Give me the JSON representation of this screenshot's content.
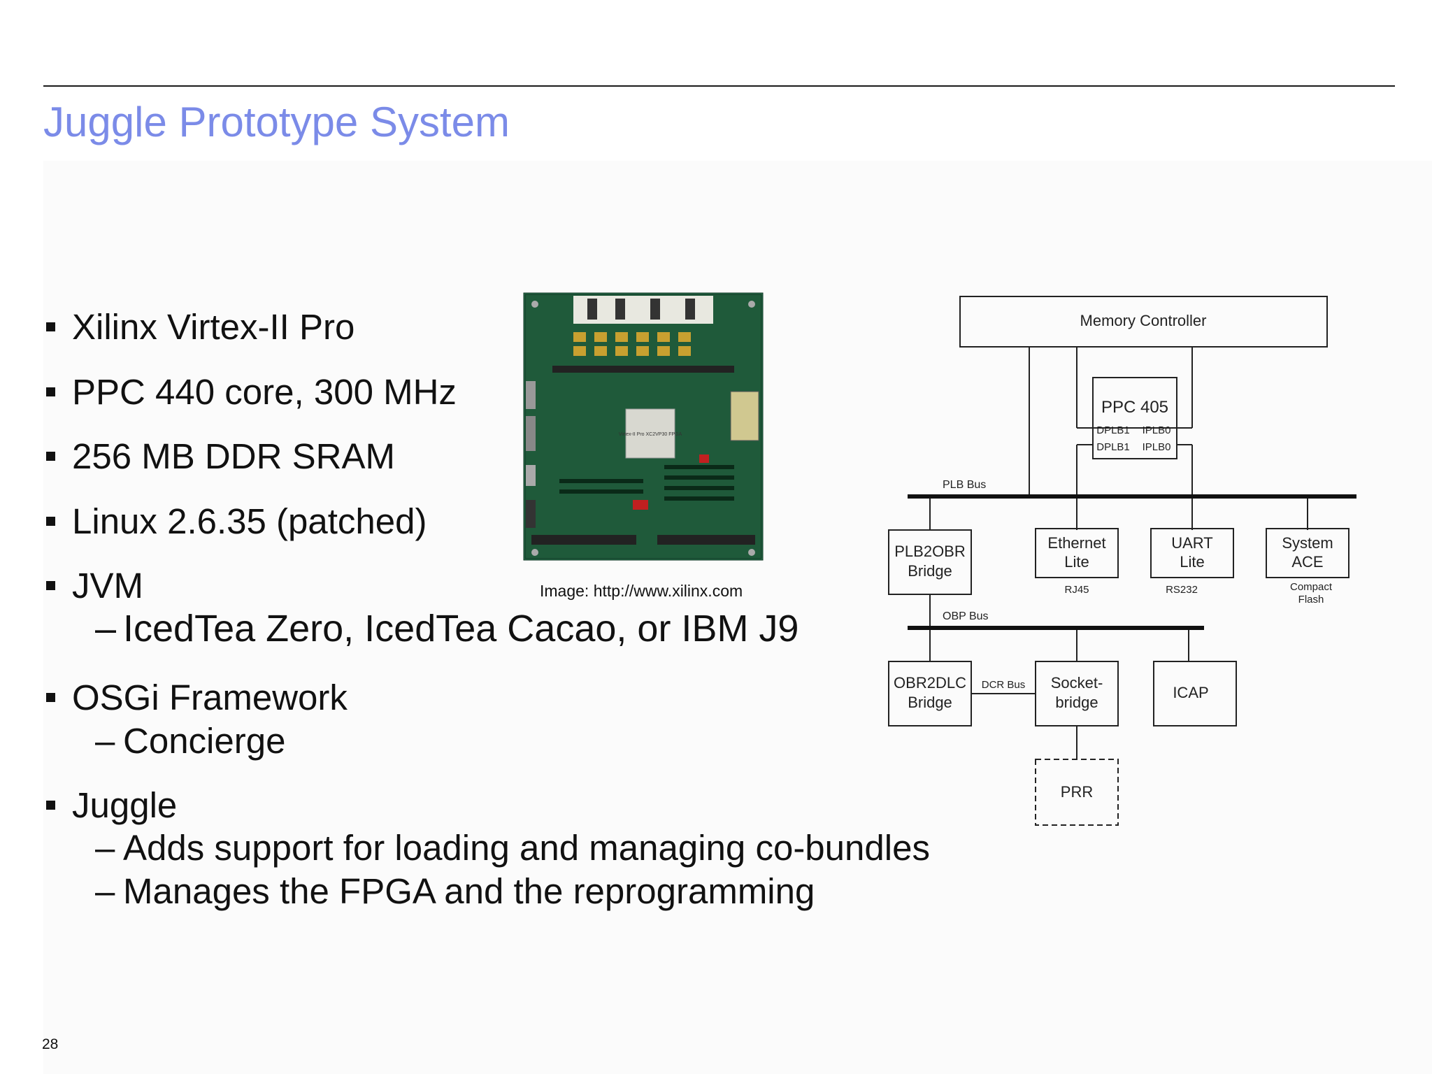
{
  "slide": {
    "title": "Juggle Prototype System",
    "page_number": "28"
  },
  "bullets": [
    {
      "text": "Xilinx Virtex-II Pro"
    },
    {
      "text": "PPC 440 core, 300 MHz"
    },
    {
      "text": "256 MB DDR SRAM"
    },
    {
      "text": "Linux 2.6.35 (patched)"
    },
    {
      "text": "JVM",
      "subs": [
        "IcedTea Zero, IcedTea Cacao, or IBM J9"
      ]
    },
    {
      "text": "OSGi Framework",
      "subs": [
        "Concierge"
      ]
    },
    {
      "text": "Juggle",
      "subs": [
        "Adds support for loading and managing co-bundles",
        "Manages the FPGA and the reprogramming"
      ]
    }
  ],
  "image": {
    "caption": "Image: http://www.xilinx.com",
    "board_chip_label": "Virtex-II Pro XC2VP30 FPGA"
  },
  "diagram": {
    "memory_controller": "Memory Controller",
    "ppc": "PPC 405",
    "ppc_ports": [
      "DPLB1",
      "IPLB0",
      "DPLB1",
      "IPLB0"
    ],
    "plb_bus": "PLB Bus",
    "obp_bus": "OBP Bus",
    "dcr_bus": "DCR Bus",
    "plb2obr": [
      "PLB2OBR",
      "Bridge"
    ],
    "ethernet": [
      "Ethernet",
      "Lite"
    ],
    "ethernet_sub": "RJ45",
    "uart": [
      "UART",
      "Lite"
    ],
    "uart_sub": "RS232",
    "sysace": [
      "System",
      "ACE"
    ],
    "sysace_sub": [
      "Compact",
      "Flash"
    ],
    "obr2dlc": [
      "OBR2DLC",
      "Bridge"
    ],
    "socket": [
      "Socket-",
      "bridge"
    ],
    "icap": "ICAP",
    "prr": "PRR"
  }
}
